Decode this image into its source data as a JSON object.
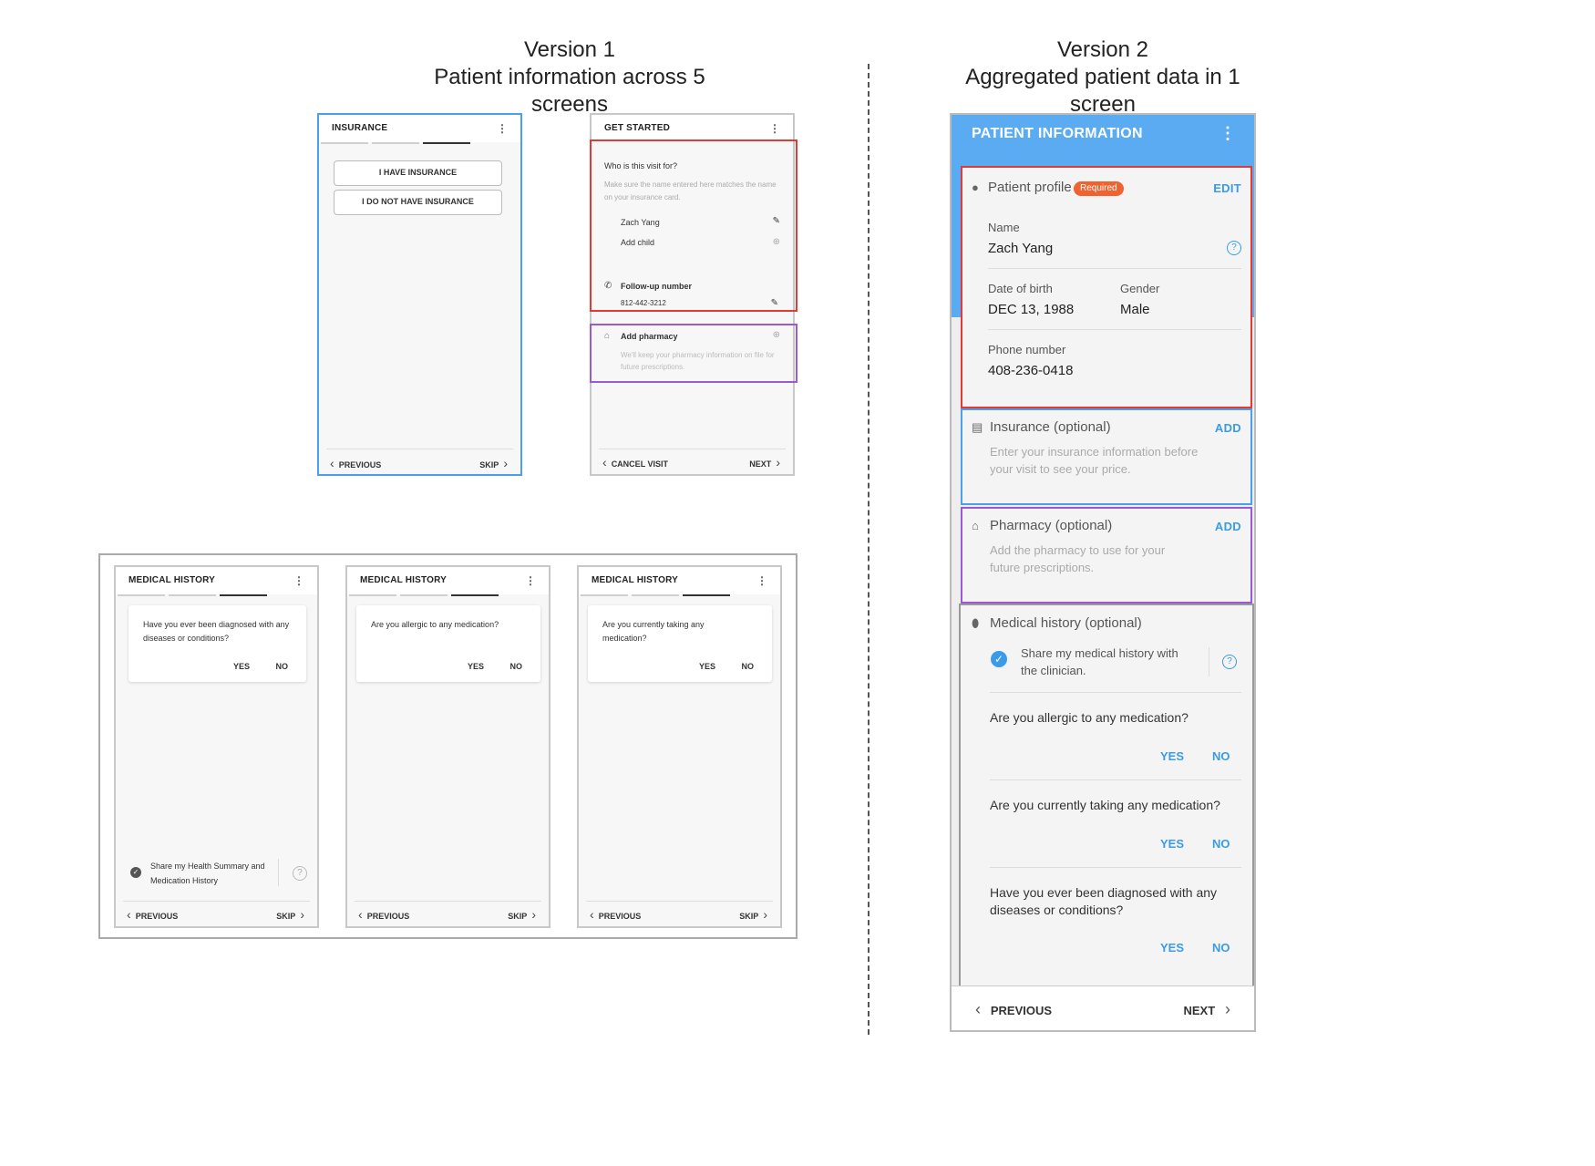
{
  "headings": {
    "v1_line1": "Version 1",
    "v1_line2": "Patient information across 5 screens",
    "v2_line1": "Version 2",
    "v2_line2": "Aggregated patient data in 1 screen"
  },
  "common": {
    "previous": "PREVIOUS",
    "skip": "SKIP",
    "next": "NEXT",
    "yes": "YES",
    "no": "NO",
    "kebab": "⋮"
  },
  "v1_insurance": {
    "title": "INSURANCE",
    "btn_have": "I HAVE INSURANCE",
    "btn_not_have": "I DO NOT HAVE INSURANCE"
  },
  "v1_get_started": {
    "title": "GET STARTED",
    "question": "Who is this visit for?",
    "hint": "Make sure the name entered here matches the name on your insurance card.",
    "name": "Zach Yang",
    "add_child": "Add child",
    "followup_label": "Follow-up number",
    "followup_value": "812-442-3212",
    "pharmacy_label": "Add pharmacy",
    "pharmacy_hint": "We'll keep your pharmacy information on file for future prescriptions.",
    "cancel": "CANCEL VISIT"
  },
  "v1_medical": {
    "title": "MEDICAL HISTORY",
    "q1": "Have you ever been diagnosed with any diseases or conditions?",
    "q2": "Are you allergic to any medication?",
    "q3": "Are you currently taking any medication?",
    "share": "Share my Health Summary and Medication History"
  },
  "v2": {
    "title": "PATIENT INFORMATION",
    "profile": {
      "title": "Patient profile",
      "badge": "Required",
      "edit": "EDIT",
      "name_label": "Name",
      "name_value": "Zach Yang",
      "dob_label": "Date of birth",
      "dob_value": "DEC 13, 1988",
      "gender_label": "Gender",
      "gender_value": "Male",
      "phone_label": "Phone number",
      "phone_value": "408-236-0418"
    },
    "insurance": {
      "title": "Insurance (optional)",
      "add": "ADD",
      "desc": "Enter your insurance information before your visit to see your price."
    },
    "pharmacy": {
      "title": "Pharmacy (optional)",
      "add": "ADD",
      "desc": "Add the pharmacy to use for your future prescriptions."
    },
    "medical": {
      "title": "Medical history (optional)",
      "share": "Share my medical history with the clinician.",
      "q_allergic": "Are you allergic to any medication?",
      "q_taking": "Are you currently taking any medication?",
      "q_diagnosed": "Have you ever been diagnosed with any diseases or conditions?"
    }
  },
  "colors": {
    "accent_blue": "#5aabf2",
    "action_blue": "#3a9be8",
    "badge_orange": "#f26230",
    "highlight_red": "#e53935",
    "highlight_purple": "#9b59d6"
  }
}
